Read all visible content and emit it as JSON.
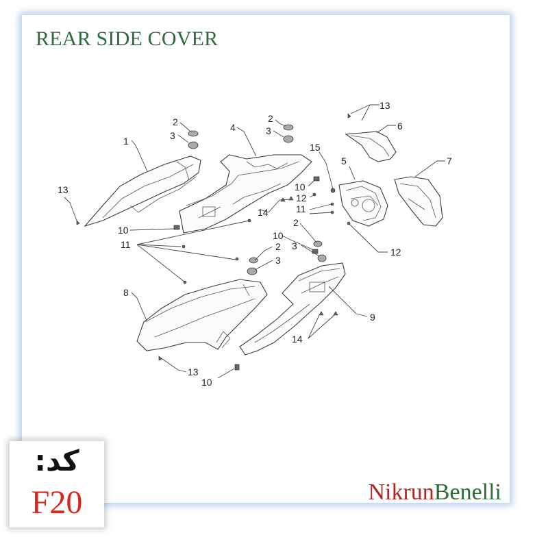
{
  "title": "REAR SIDE COVER",
  "brand": {
    "part1": "Nikrun",
    "part2": "Benelli"
  },
  "code": {
    "label": "کد:",
    "value": "F20"
  },
  "callouts": [
    "1",
    "2",
    "3",
    "4",
    "2",
    "3",
    "13",
    "6",
    "15",
    "5",
    "7",
    "13",
    "10",
    "12",
    "11",
    "14",
    "10",
    "11",
    "2",
    "10",
    "3",
    "2",
    "3",
    "12",
    "8",
    "9",
    "14",
    "13",
    "10"
  ]
}
